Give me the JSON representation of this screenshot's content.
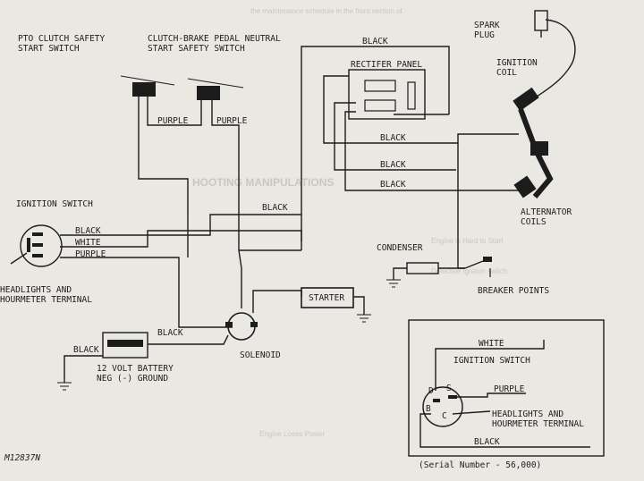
{
  "figure_id": "M12837N",
  "components": {
    "pto_switch": "PTO CLUTCH SAFETY\nSTART SWITCH",
    "clutch_switch": "CLUTCH-BRAKE PEDAL NEUTRAL\nSTART SAFETY SWITCH",
    "ignition_switch": "IGNITION SWITCH",
    "headlights": "HEADLIGHTS AND\nHOURMETER TERMINAL",
    "battery": "12 VOLT BATTERY\nNEG (-) GROUND",
    "solenoid": "SOLENOID",
    "starter": "STARTER",
    "rectifier": "RECTIFER PANEL",
    "spark_plug": "SPARK\nPLUG",
    "ignition_coil": "IGNITION\nCOIL",
    "alternator_coils": "ALTERNATOR\nCOILS",
    "condenser": "CONDENSER",
    "breaker_points": "BREAKER POINTS"
  },
  "wires": {
    "black": "BLACK",
    "white": "WHITE",
    "purple": "PURPLE"
  },
  "inset": {
    "ignition_switch": "IGNITION SWITCH",
    "headlights": "HEADLIGHTS AND\nHOURMETER TERMINAL",
    "white": "WHITE",
    "purple": "PURPLE",
    "black": "BLACK",
    "serial": "(Serial Number      - 56,000)",
    "pins": {
      "d": "D",
      "s": "S",
      "b": "B",
      "c": "C"
    }
  }
}
